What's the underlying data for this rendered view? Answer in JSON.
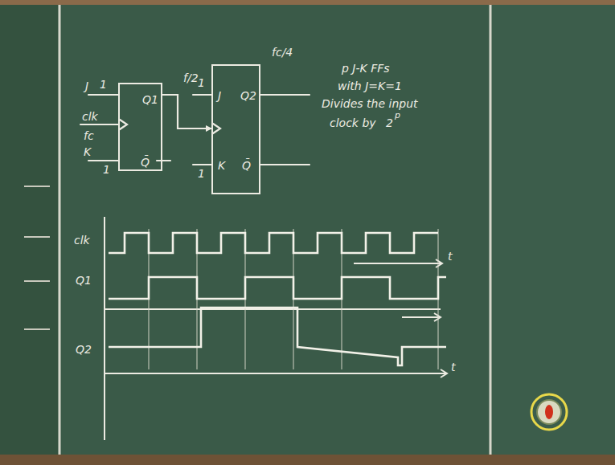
{
  "diagram": {
    "nodes": [
      {
        "text": [
          "Q1",
          "Q̄"
        ]
      },
      {
        "text": [
          "J",
          "K",
          "Q2",
          "Q̄"
        ]
      }
    ],
    "edges": [
      {
        "from": 0,
        "to": 1,
        "arrow": "to"
      }
    ],
    "labels": [
      "J",
      "1",
      "clk",
      "fc",
      "K",
      "1",
      "f/2",
      "1",
      "1",
      "fc/4",
      "p J-K FFs",
      "with J=K=1",
      "Divides the input",
      "clock by",
      "2",
      "p",
      "clk",
      "Q1",
      "Q2",
      "t",
      "t"
    ]
  }
}
